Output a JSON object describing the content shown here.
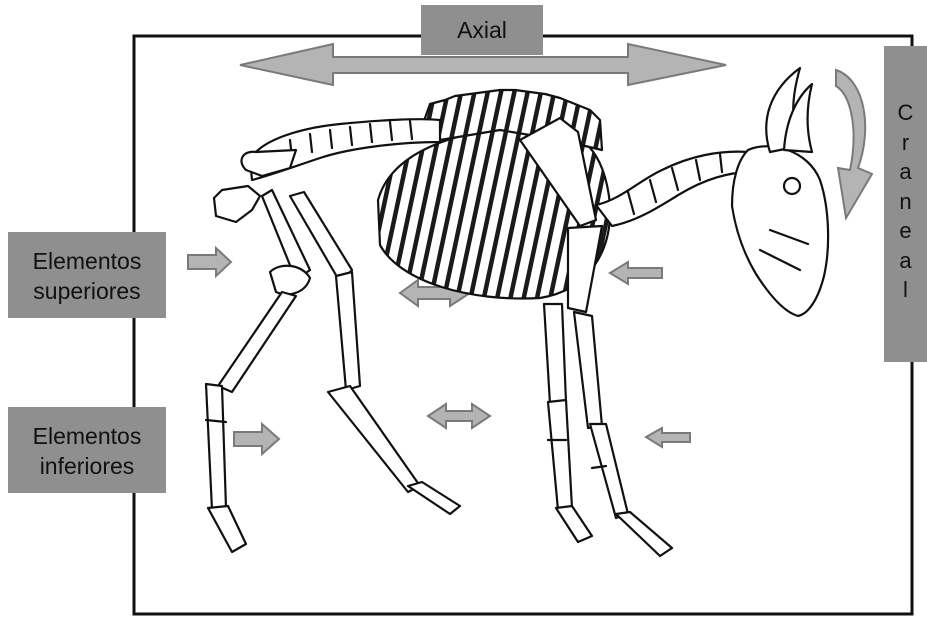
{
  "labels": {
    "axial": "Axial",
    "elementos_superiores": [
      "Elementos",
      "superiores"
    ],
    "elementos_inferiores": [
      "Elementos",
      "inferiores"
    ],
    "craneal": "Craneal"
  },
  "colors": {
    "label_bg": "#8f8f8f",
    "arrow_fill": "#b4b4b4",
    "arrow_stroke": "#7a7a7a",
    "frame": "#111111",
    "bone_stroke": "#111111",
    "bone_fill": "#ffffff"
  },
  "illustration": "skeleton-of-a-goat"
}
